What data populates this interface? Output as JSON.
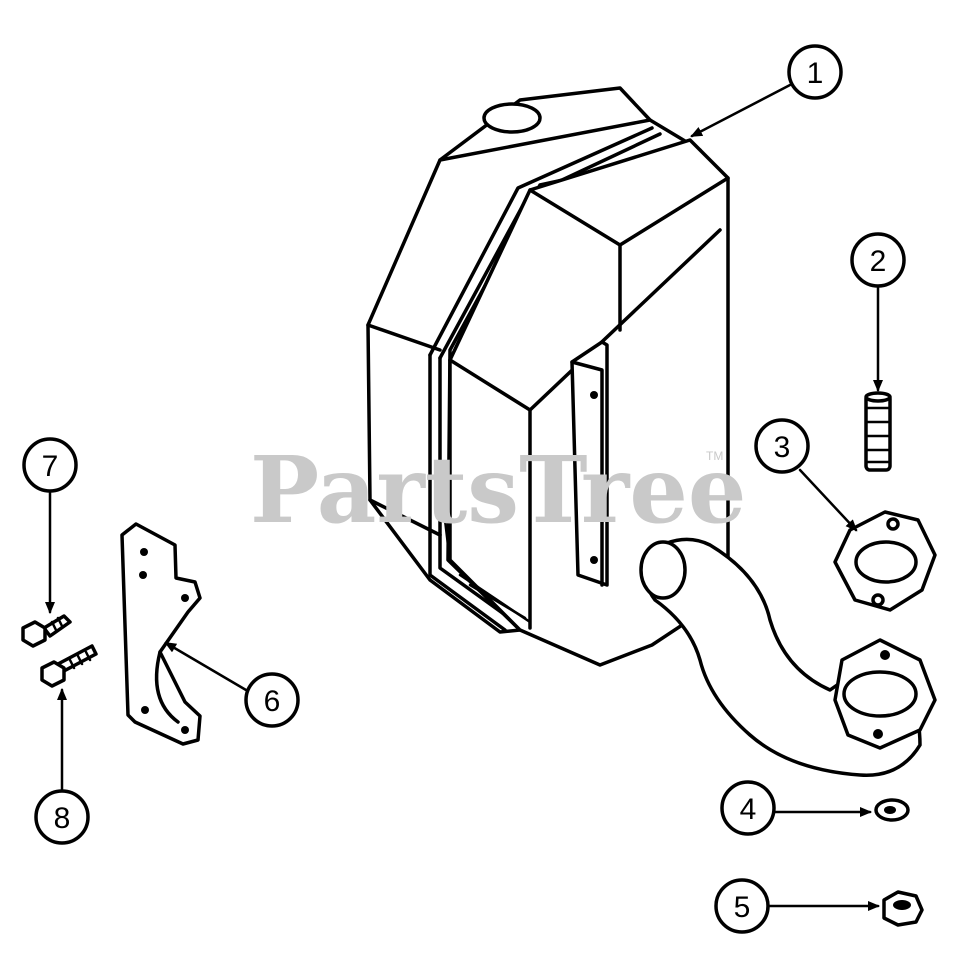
{
  "watermark": {
    "text": "PartsTree",
    "trademark": "TM"
  },
  "callouts": [
    {
      "id": "1",
      "label": "1"
    },
    {
      "id": "2",
      "label": "2"
    },
    {
      "id": "3",
      "label": "3"
    },
    {
      "id": "4",
      "label": "4"
    },
    {
      "id": "5",
      "label": "5"
    },
    {
      "id": "6",
      "label": "6"
    },
    {
      "id": "7",
      "label": "7"
    },
    {
      "id": "8",
      "label": "8"
    }
  ],
  "colors": {
    "line": "#000000",
    "background": "#ffffff",
    "watermark": "#c9c9c9"
  }
}
